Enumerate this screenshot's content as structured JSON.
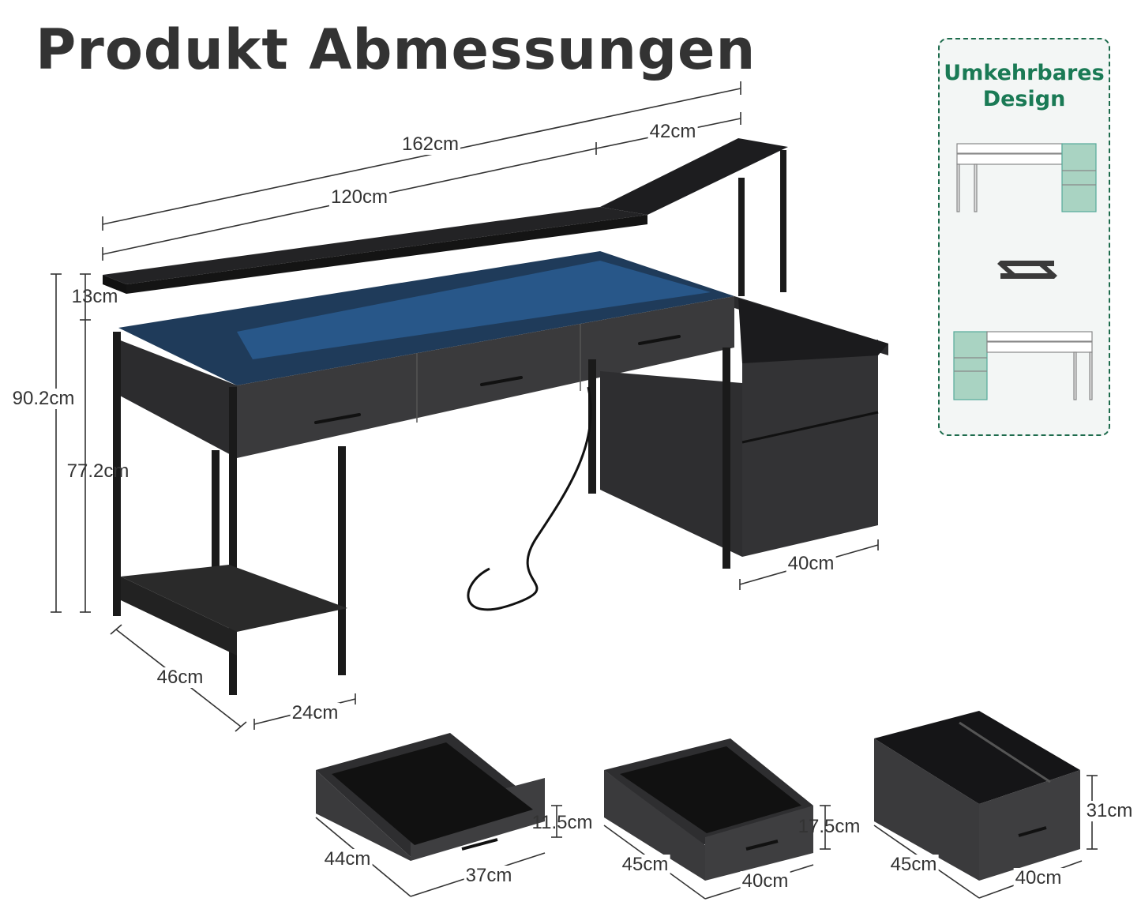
{
  "title": "Produkt Abmessungen",
  "reversible_panel": {
    "title_line1": "Umkehrbares",
    "title_line2": "Design",
    "icon": "swap-arrows-icon",
    "accent_color": "#1a7a55"
  },
  "desk_dimensions": {
    "total_width": "162cm",
    "shelf_extension": "42cm",
    "desk_width": "120cm",
    "monitor_stand_height": "13cm",
    "total_height": "90.2cm",
    "desk_height": "77.2cm",
    "cabinet_width": "40cm",
    "depth": "46cm",
    "side_shelf_width": "24cm"
  },
  "drawers": [
    {
      "height": "11.5cm",
      "depth": "44cm",
      "width": "37cm"
    },
    {
      "height": "17.5cm",
      "depth": "45cm",
      "width": "40cm"
    },
    {
      "height": "31cm",
      "depth": "45cm",
      "width": "40cm"
    }
  ]
}
